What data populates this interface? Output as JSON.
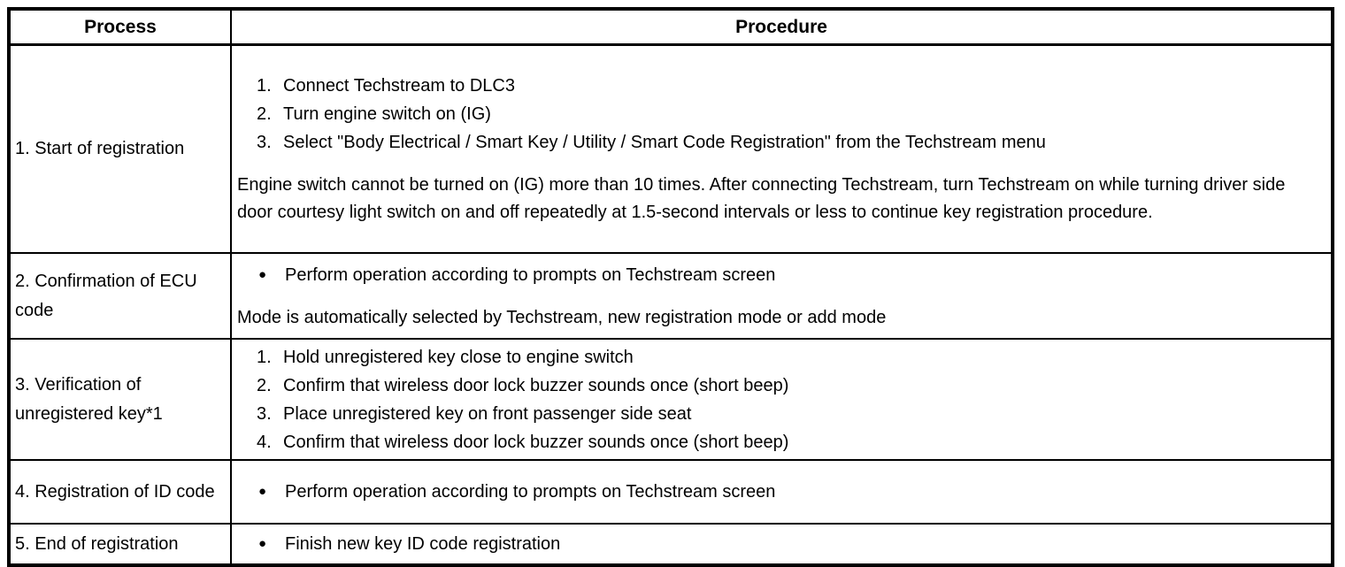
{
  "page": {
    "background_color": "#ffffff",
    "border_color": "#000000",
    "text_color": "#000000"
  },
  "glyphs": {
    "bullet": "●"
  },
  "table": {
    "headers": {
      "process": "Process",
      "procedure": "Procedure"
    },
    "rows": [
      {
        "process": "1. Start of registration",
        "steps": [
          {
            "marker": "1.",
            "text": "Connect Techstream to DLC3"
          },
          {
            "marker": "2.",
            "text": "Turn engine switch on (IG)"
          },
          {
            "marker": "3.",
            "text": "Select \"Body Electrical / Smart Key / Utility / Smart Code Registration\" from the Techstream menu"
          }
        ],
        "note": "Engine switch cannot be turned on (IG) more than 10 times. After connecting Techstream, turn Techstream on while turning driver side door courtesy light switch on and off repeatedly at 1.5-second intervals or less to continue key registration procedure."
      },
      {
        "process": "2. Confirmation of ECU code",
        "steps": [
          {
            "marker": "●",
            "text": "Perform operation according to prompts on Techstream screen"
          }
        ],
        "note": "Mode is automatically selected by Techstream, new registration mode or add mode"
      },
      {
        "process": "3. Verification of unregistered key*1",
        "steps": [
          {
            "marker": "1.",
            "text": "Hold unregistered key close to engine switch"
          },
          {
            "marker": "2.",
            "text": "Confirm that wireless door lock buzzer sounds once (short beep)"
          },
          {
            "marker": "3.",
            "text": "Place unregistered key on front passenger side seat"
          },
          {
            "marker": "4.",
            "text": "Confirm that wireless door lock buzzer sounds once (short beep)"
          }
        ],
        "note": ""
      },
      {
        "process": "4. Registration of ID code",
        "steps": [
          {
            "marker": "●",
            "text": "Perform operation according to prompts on Techstream screen"
          }
        ],
        "note": ""
      },
      {
        "process": "5. End of registration",
        "steps": [
          {
            "marker": "●",
            "text": "Finish new key ID code registration"
          }
        ],
        "note": ""
      }
    ]
  }
}
